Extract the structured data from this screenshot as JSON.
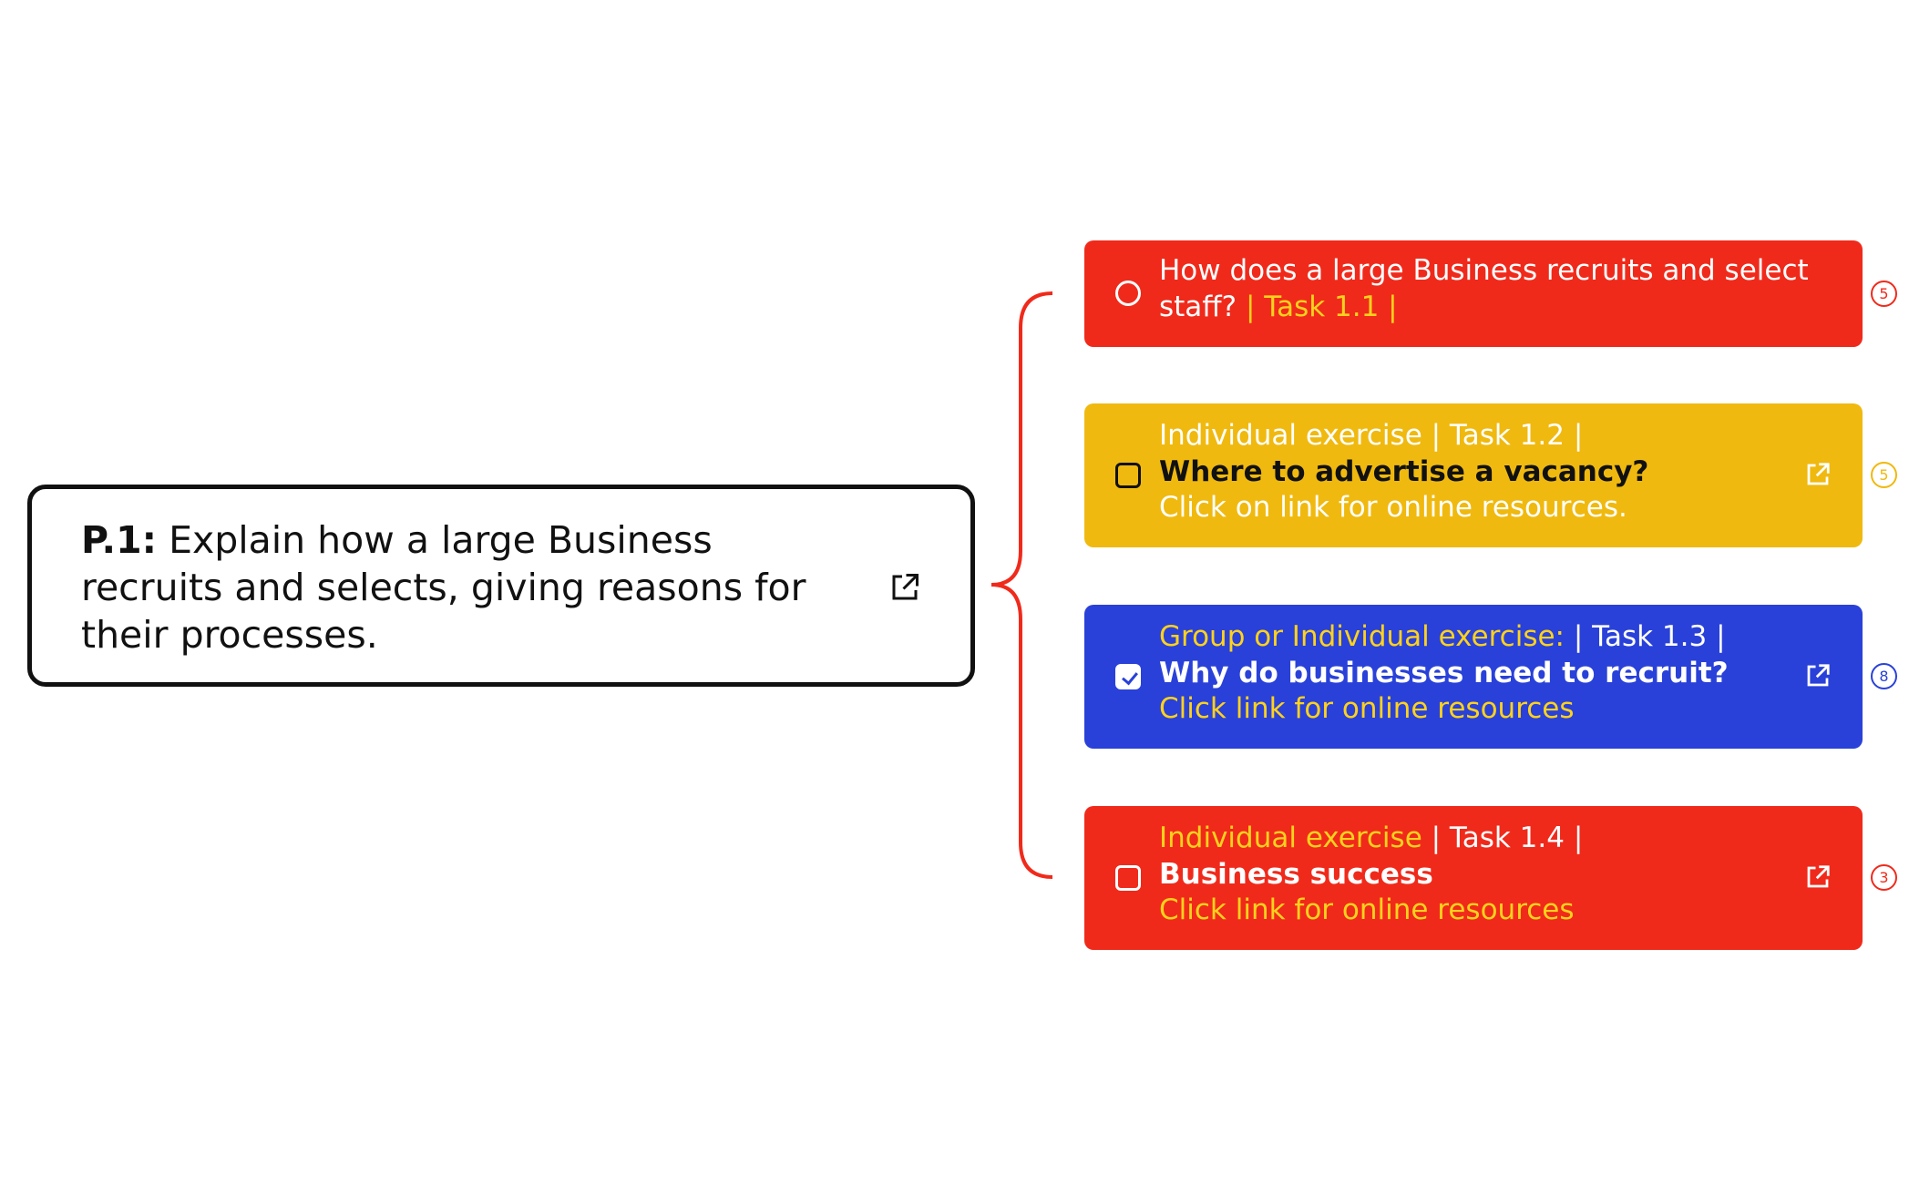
{
  "root": {
    "label_bold": "P.1:",
    "label_text": " Explain how a large Business recruits and selects, giving reasons for their processes.",
    "link_icon": "external-link-icon"
  },
  "tasks": [
    {
      "line1_white": "How does a large Business recruits and select",
      "line2_white": "staff? ",
      "line2_yellow": "| Task 1.1 |",
      "checkbox": "unchecked-circle",
      "badge": "5",
      "color": "#f02a1b",
      "badge_color": "#f02a1b"
    },
    {
      "line1_white": "Individual exercise  | Task 1.2 |",
      "line2_bold": "Where to advertise a vacancy?",
      "line3": "Click on link for online resources.",
      "checkbox": "unchecked-box",
      "link_icon": "external-link-icon",
      "badge": "5",
      "color": "#f0b90f",
      "badge_color": "#f0b90f"
    },
    {
      "line1_yellow": "Group or Individual exercise:",
      "line1_white": "  | Task 1.3 |",
      "line2_bold": " Why do businesses need to recruit?",
      "line3": "Click link for online resources",
      "checkbox": "checked-box",
      "link_icon": "external-link-icon",
      "badge": "8",
      "color": "#2941d9",
      "badge_color": "#2941d9"
    },
    {
      "line1_yellow": "Individual exercise",
      "line1_white": "  | Task 1.4 |",
      "line2_bold": "Business success",
      "line3": "Click link for online resources",
      "checkbox": "unchecked-box",
      "link_icon": "external-link-icon",
      "badge": "3",
      "color": "#f02a1b",
      "badge_color": "#f02a1b"
    }
  ],
  "connector_color": "#f02a1b"
}
